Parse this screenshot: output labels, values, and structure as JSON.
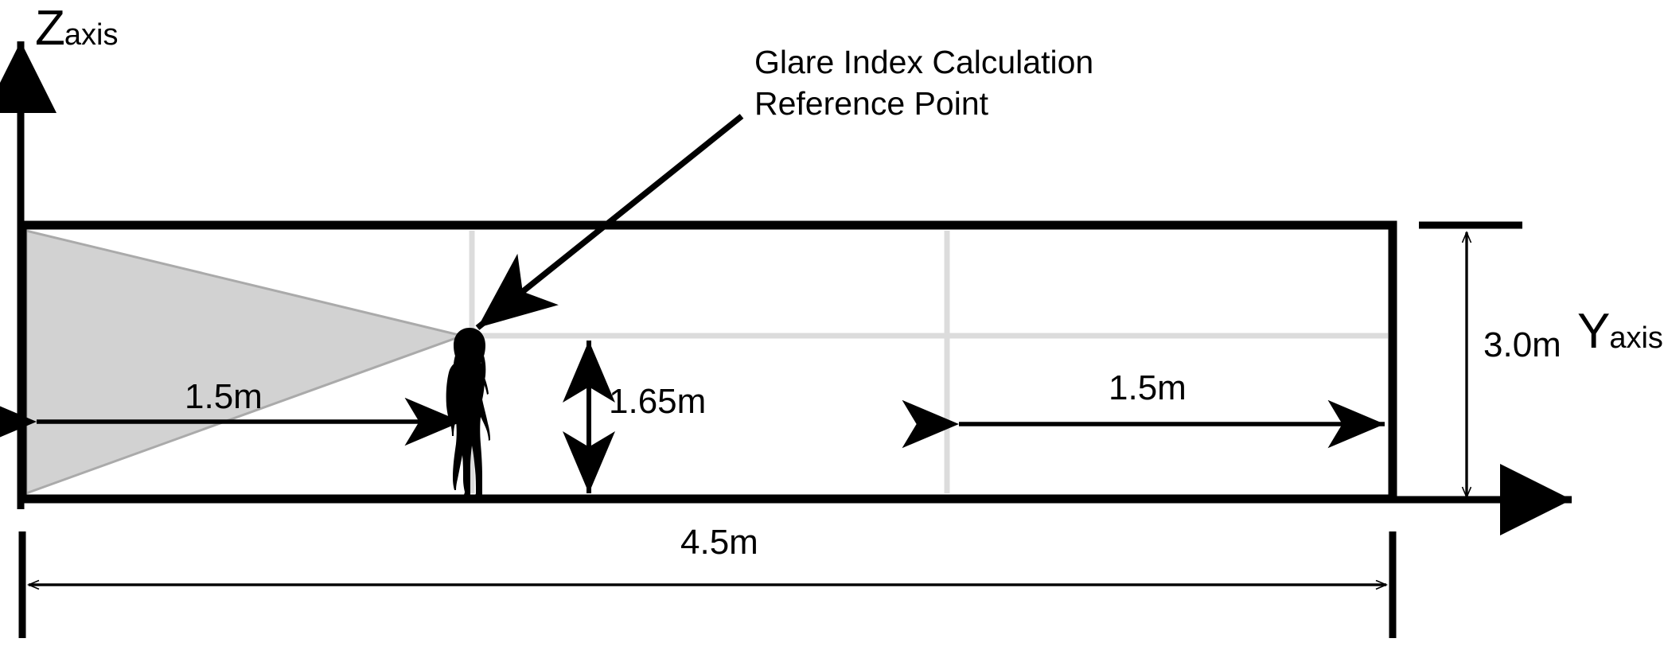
{
  "figure": {
    "kind": "architectural-section-diagram",
    "description": "Room cross-section showing glare index calculation reference point"
  },
  "axes": {
    "z": {
      "letter": "Z",
      "subscript": "axis"
    },
    "y": {
      "letter": "Y",
      "subscript": "axis"
    }
  },
  "callout": {
    "line1": "Glare Index Calculation",
    "line2": "Reference Point"
  },
  "dimensions": {
    "left_distance": "1.5m",
    "eye_height": "1.65m",
    "right_distance": "1.5m",
    "room_height": "3.0m",
    "room_length": "4.5m"
  },
  "colors": {
    "outline": "#000000",
    "view_cone_fill": "#d2d2d2",
    "view_cone_stroke": "#a8a8a8",
    "gridline": "#dcdcdc",
    "background": "#ffffff"
  },
  "elements": {
    "person_label": "standing person silhouette",
    "view_cone_label": "field of view cone",
    "room_label": "room cross section"
  }
}
